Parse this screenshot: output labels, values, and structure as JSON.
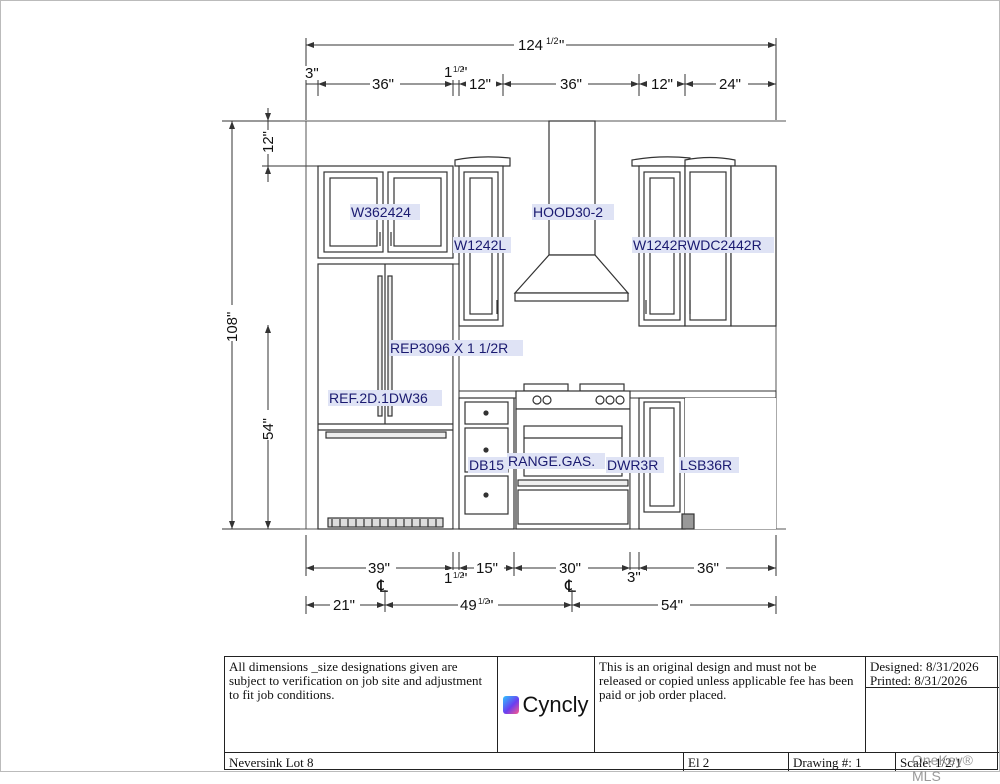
{
  "dimensions": {
    "top_overall": "124",
    "top_overall_frac": "1/2",
    "top_row": [
      "3\"",
      "36\"",
      "12\"",
      "36\"",
      "12\"",
      "24\""
    ],
    "top_small": "1",
    "top_small_frac": "1/2",
    "left_overall": "108\"",
    "left_upper": "12\"",
    "left_lower": "54\"",
    "bottom_row": [
      "39\"",
      "15\"",
      "30\"",
      "3\"",
      "36\""
    ],
    "bottom_small": "1",
    "bottom_small_frac": "1/2",
    "bottom_row2": [
      "21\"",
      "54\""
    ],
    "bottom_mid": "49",
    "bottom_mid_frac": "1/2",
    "centerline_symbol": "℄"
  },
  "labels": {
    "w362424": "W362424",
    "w1242l": "W1242L",
    "hood": "HOOD30-2",
    "w1242r": "W1242R",
    "wdc": "WDC2442R",
    "rep": "REP3096 X 1 1/2R",
    "ref": "REF.2D.1DW36",
    "db15": "DB15",
    "range": "RANGE.GAS.",
    "dwr3r": "DWR3R",
    "lsb36r": "LSB36R"
  },
  "title_block": {
    "note": "All dimensions _size designations given are subject to verification on job site and adjustment to fit job conditions.",
    "brand": "Cyncly",
    "notice": "This is an original design and must not be released or copied unless applicable fee has been paid or job order placed.",
    "designed": "Designed: 8/31/2026",
    "printed": "Printed: 8/31/2026",
    "project": "Neversink Lot 8",
    "elevation": "El 2",
    "drawing": "Drawing #: 1",
    "scale": "Scale: 1/2/1",
    "watermark": "OneKey® MLS"
  },
  "colors": {
    "line": "#333333",
    "label_bg": "#dfe3f5",
    "label_text": "#1a1a70"
  }
}
